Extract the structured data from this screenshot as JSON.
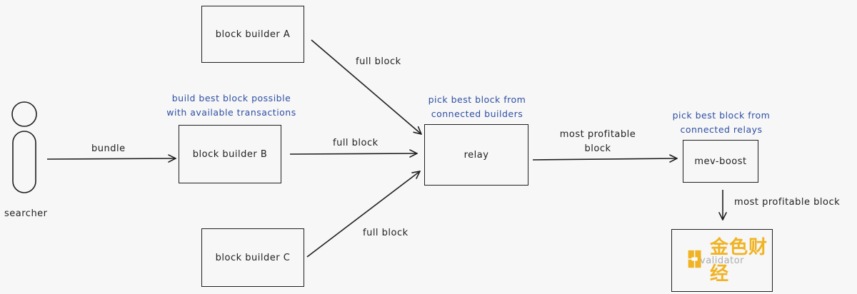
{
  "nodes": {
    "builder_a": "block builder A",
    "builder_b": "block builder B",
    "builder_c": "block builder C",
    "relay": "relay",
    "mev_boost": "mev-boost",
    "proposer": "validator",
    "searcher": "searcher"
  },
  "edges": {
    "bundle": "bundle",
    "full_block_a": "full block",
    "full_block_b": "full block",
    "full_block_c": "full block",
    "most_profitable_line1": "most profitable",
    "most_profitable_line2": "block",
    "most_profitable_down": "most profitable block"
  },
  "notes": {
    "builder_line1": "build best block possible",
    "builder_line2": "with available transactions",
    "relay_line1": "pick best block from",
    "relay_line2": "connected builders",
    "mev_line1": "pick best block from",
    "mev_line2": "connected relays"
  },
  "watermark": {
    "text": "金色财经",
    "color": "#f0b323"
  },
  "colors": {
    "ink": "#1f1f1f",
    "note": "#2e4fa3",
    "background": "#f7f7f7"
  }
}
